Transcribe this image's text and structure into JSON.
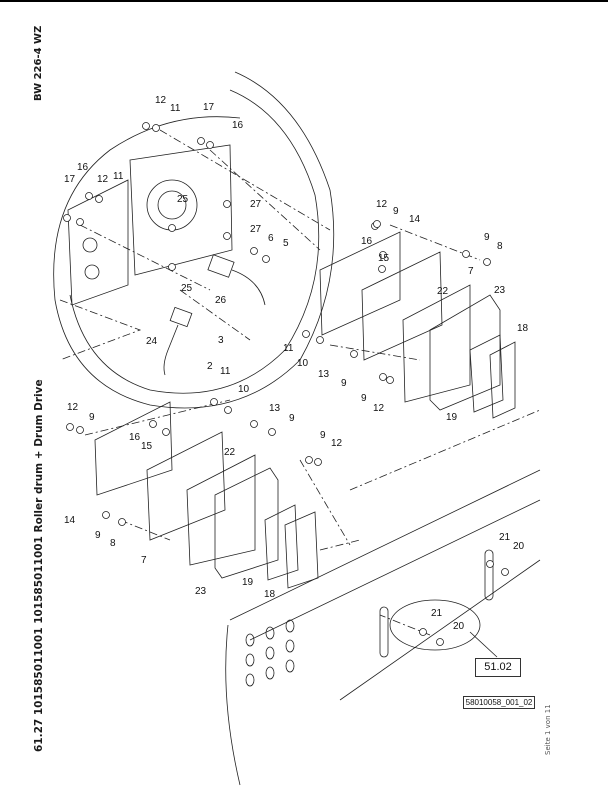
{
  "header": {
    "model": "BW 226-4 WZ",
    "title": "61.27 101585011001 101585011001 Roller drum + Drum Drive",
    "page": "Seite 1 von 11"
  },
  "diagram": {
    "reference_box": "51.02",
    "drawing_number": "58010058_001_02",
    "callouts": [
      {
        "id": "c12a",
        "text": "12"
      },
      {
        "id": "c11a",
        "text": "11"
      },
      {
        "id": "c17a",
        "text": "17"
      },
      {
        "id": "c16a",
        "text": "16"
      },
      {
        "id": "c16b",
        "text": "16"
      },
      {
        "id": "c17b",
        "text": "17"
      },
      {
        "id": "c12b",
        "text": "12"
      },
      {
        "id": "c11b",
        "text": "11"
      },
      {
        "id": "c25a",
        "text": "25"
      },
      {
        "id": "c27a",
        "text": "27"
      },
      {
        "id": "c27b",
        "text": "27"
      },
      {
        "id": "c6",
        "text": "6"
      },
      {
        "id": "c5",
        "text": "5"
      },
      {
        "id": "c25b",
        "text": "25"
      },
      {
        "id": "c26",
        "text": "26"
      },
      {
        "id": "c24",
        "text": "24"
      },
      {
        "id": "c3",
        "text": "3"
      },
      {
        "id": "c2",
        "text": "2"
      },
      {
        "id": "c11c",
        "text": "11"
      },
      {
        "id": "c10a",
        "text": "10"
      },
      {
        "id": "c13a",
        "text": "13"
      },
      {
        "id": "c9a",
        "text": "9"
      },
      {
        "id": "c9b",
        "text": "9"
      },
      {
        "id": "c12c",
        "text": "12"
      },
      {
        "id": "c12d",
        "text": "12"
      },
      {
        "id": "c9c",
        "text": "9"
      },
      {
        "id": "c14a",
        "text": "14"
      },
      {
        "id": "c16c",
        "text": "16"
      },
      {
        "id": "c15a",
        "text": "15"
      },
      {
        "id": "c9d",
        "text": "9"
      },
      {
        "id": "c8a",
        "text": "8"
      },
      {
        "id": "c7a",
        "text": "7"
      },
      {
        "id": "c22a",
        "text": "22"
      },
      {
        "id": "c23a",
        "text": "23"
      },
      {
        "id": "c18a",
        "text": "18"
      },
      {
        "id": "c11d",
        "text": "11"
      },
      {
        "id": "c10b",
        "text": "10"
      },
      {
        "id": "c13b",
        "text": "13"
      },
      {
        "id": "c9e",
        "text": "9"
      },
      {
        "id": "c9f",
        "text": "9"
      },
      {
        "id": "c12e",
        "text": "12"
      },
      {
        "id": "c19a",
        "text": "19"
      },
      {
        "id": "c12f",
        "text": "12"
      },
      {
        "id": "c9g",
        "text": "9"
      },
      {
        "id": "c16d",
        "text": "16"
      },
      {
        "id": "c15b",
        "text": "15"
      },
      {
        "id": "c22b",
        "text": "22"
      },
      {
        "id": "c14b",
        "text": "14"
      },
      {
        "id": "c9h",
        "text": "9"
      },
      {
        "id": "c8b",
        "text": "8"
      },
      {
        "id": "c7b",
        "text": "7"
      },
      {
        "id": "c23b",
        "text": "23"
      },
      {
        "id": "c19b",
        "text": "19"
      },
      {
        "id": "c18b",
        "text": "18"
      },
      {
        "id": "c21a",
        "text": "21"
      },
      {
        "id": "c20a",
        "text": "20"
      },
      {
        "id": "c21b",
        "text": "21"
      },
      {
        "id": "c20b",
        "text": "20"
      }
    ]
  }
}
